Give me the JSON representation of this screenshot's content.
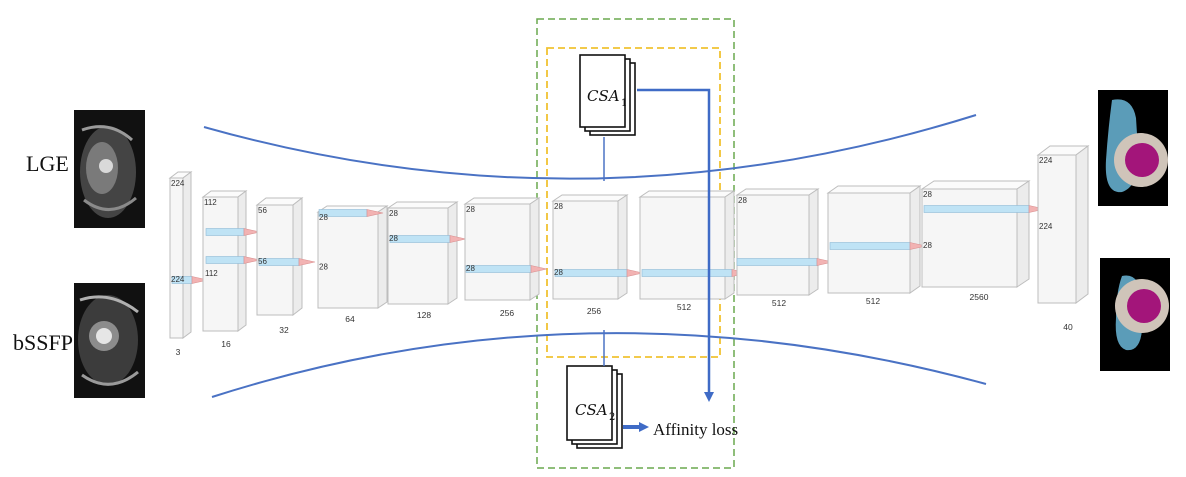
{
  "modalities": [
    "LGE",
    "bSSFP"
  ],
  "layers": [
    {
      "dim_top": "224",
      "dim_side": "224",
      "dim_mid": "",
      "channels": "3"
    },
    {
      "dim_top": "112",
      "dim_side": "",
      "dim_mid": "112",
      "channels": "16"
    },
    {
      "dim_top": "56",
      "dim_side": "56",
      "dim_mid": "",
      "channels": "32"
    },
    {
      "dim_top": "28",
      "dim_side": "",
      "dim_mid": "28",
      "channels": "64"
    },
    {
      "dim_top": "28",
      "dim_side": "28",
      "dim_mid": "",
      "channels": "128"
    },
    {
      "dim_top": "28",
      "dim_side": "28",
      "dim_mid": "",
      "channels": "256"
    },
    {
      "dim_top": "28",
      "dim_side": "28",
      "dim_mid": "",
      "channels": "256"
    },
    {
      "dim_top": "",
      "dim_side": "",
      "dim_mid": "",
      "channels": "512"
    },
    {
      "dim_top": "28",
      "dim_side": "",
      "dim_mid": "",
      "channels": "512"
    },
    {
      "dim_top": "",
      "dim_side": "",
      "dim_mid": "",
      "channels": "512"
    },
    {
      "dim_top": "28",
      "dim_side": "",
      "dim_mid": "28",
      "channels": "2560"
    },
    {
      "dim_top": "224",
      "dim_side": "224",
      "dim_mid": "",
      "channels": "40"
    }
  ],
  "csa_blocks": [
    {
      "base": "CSA",
      "sub": "1"
    },
    {
      "base": "CSA",
      "sub": "2"
    }
  ],
  "loss_label": "Affinity loss",
  "colors": {
    "arc": "#4a72c4",
    "arrow": "#3f6bc6",
    "green_box": "#6aa84f",
    "yellow_box": "#f1c232",
    "seg_light_blue": "#5b9cb8",
    "seg_magenta": "#a3157a",
    "seg_ring": "#cfc4b9"
  }
}
